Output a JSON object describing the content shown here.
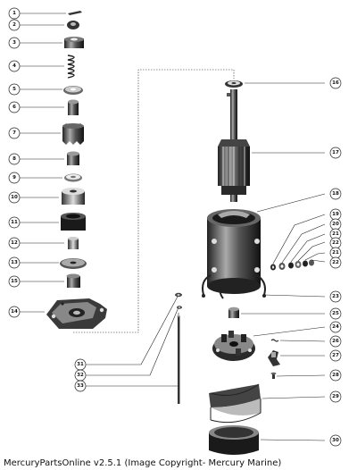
{
  "callouts": {
    "c1": "1",
    "c2": "2",
    "c3": "3",
    "c4": "4",
    "c5": "5",
    "c6": "6",
    "c7": "7",
    "c8": "8",
    "c9": "9",
    "c10": "10",
    "c11": "11",
    "c12": "12",
    "c13": "13",
    "c14": "14",
    "c15": "15",
    "c16": "16",
    "c17": "17",
    "c18": "18",
    "c19": "19",
    "c20": "20",
    "c21": "21",
    "c22": "22",
    "c21b": "21",
    "c22b": "22",
    "c23": "23",
    "c25": "25",
    "c24": "24",
    "c26": "26",
    "c27": "27",
    "c28": "28",
    "c29": "29",
    "c30": "30",
    "c31": "31",
    "c32": "32",
    "c33": "33"
  },
  "caption": "MercuryPartsOnline v2.5.1 (Image Copyright- Mercury Marine)"
}
